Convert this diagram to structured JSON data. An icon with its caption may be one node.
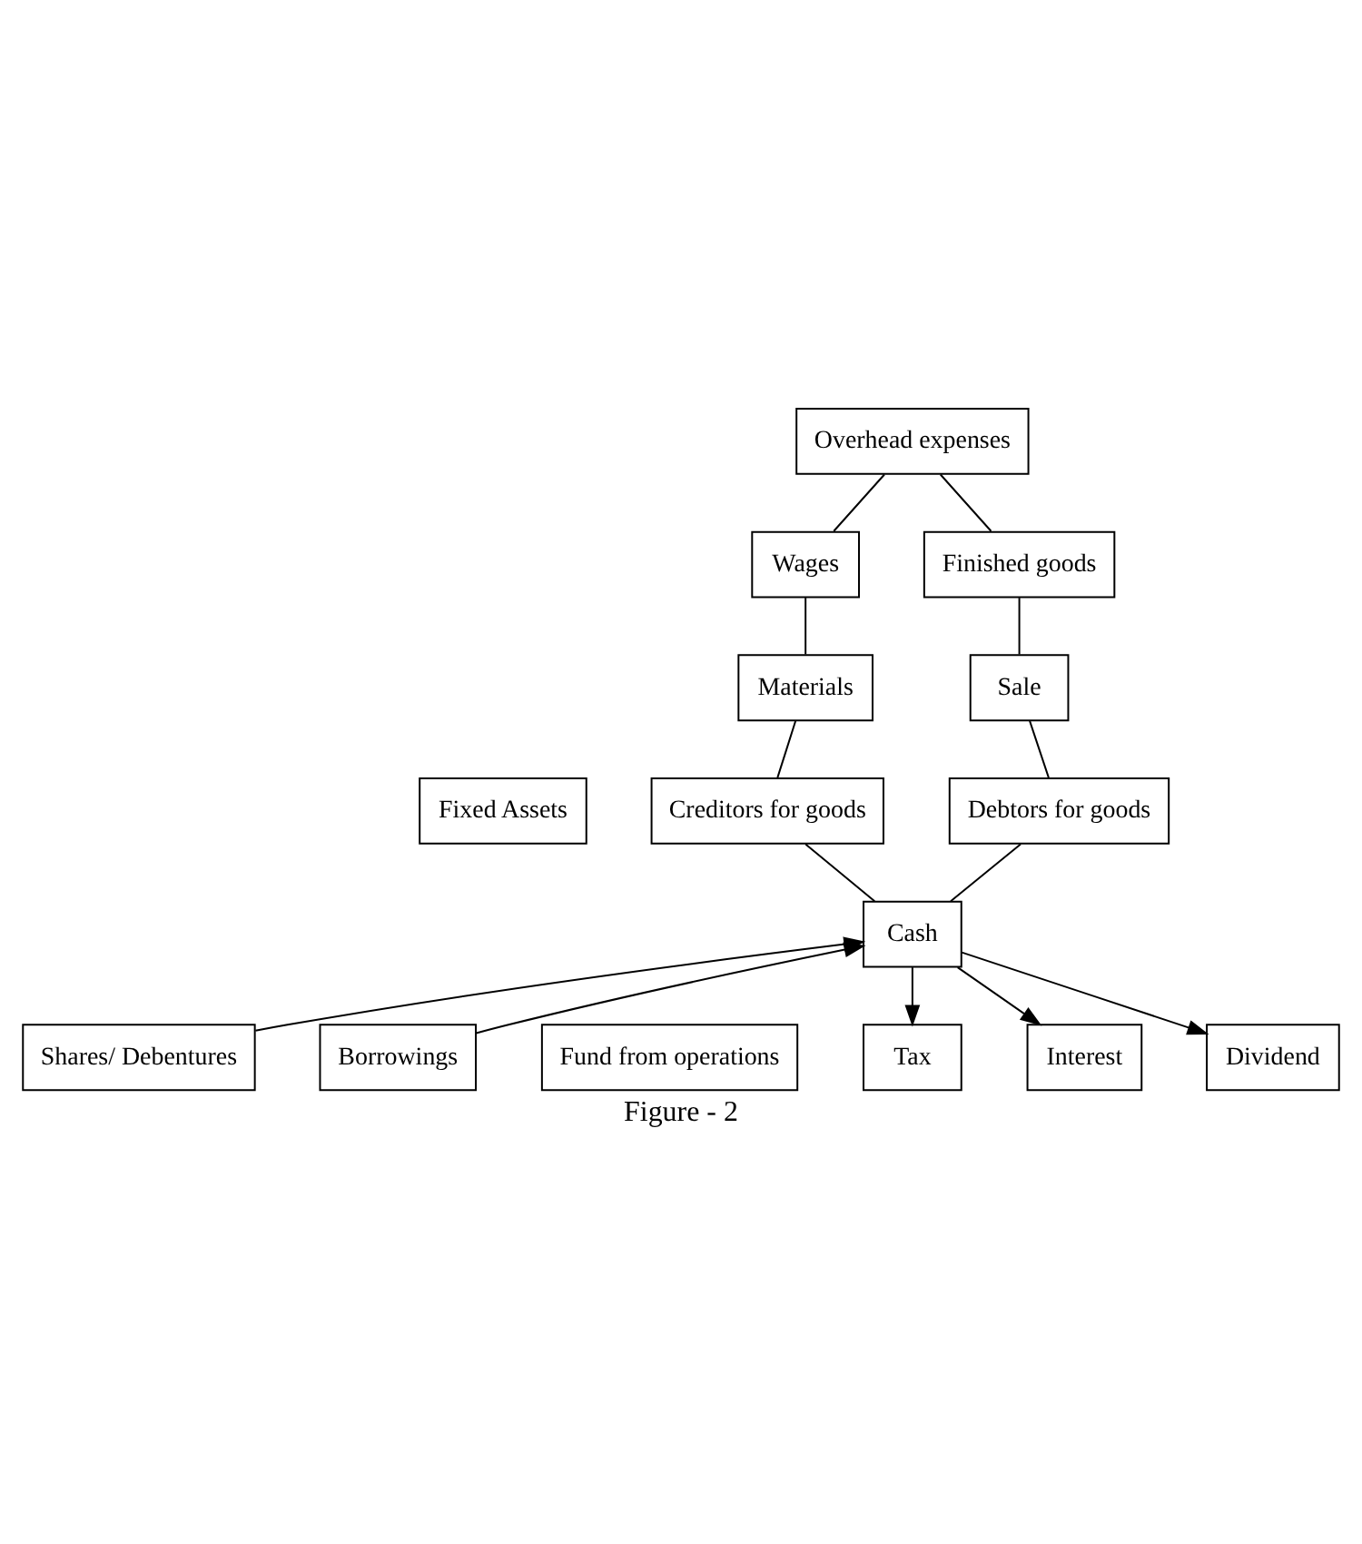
{
  "diagram": {
    "caption": "Figure - 2",
    "nodes": [
      {
        "text": [
          "Overhead expenses"
        ]
      },
      {
        "text": [
          "Wages"
        ]
      },
      {
        "text": [
          "Finished goods"
        ]
      },
      {
        "text": [
          "Materials"
        ]
      },
      {
        "text": [
          "Sale"
        ]
      },
      {
        "text": [
          "Fixed Assets"
        ]
      },
      {
        "text": [
          "Creditors for goods"
        ]
      },
      {
        "text": [
          "Debtors for goods"
        ]
      },
      {
        "text": [
          "Cash"
        ]
      },
      {
        "text": [
          "Shares/ Debentures"
        ]
      },
      {
        "text": [
          "Borrowings"
        ]
      },
      {
        "text": [
          "Fund from operations"
        ]
      },
      {
        "text": [
          "Tax"
        ]
      },
      {
        "text": [
          "Interest"
        ]
      },
      {
        "text": [
          "Dividend"
        ]
      }
    ],
    "edges": [
      {
        "from": 0,
        "to": 2,
        "arrow": "none"
      },
      {
        "from": 2,
        "to": 4,
        "arrow": "none"
      },
      {
        "from": 4,
        "to": 7,
        "arrow": "none"
      },
      {
        "from": 7,
        "to": 8,
        "arrow": "none"
      },
      {
        "from": 8,
        "to": 6,
        "arrow": "none"
      },
      {
        "from": 6,
        "to": 3,
        "arrow": "none"
      },
      {
        "from": 3,
        "to": 1,
        "arrow": "none"
      },
      {
        "from": 1,
        "to": 0,
        "arrow": "none"
      },
      {
        "from": 9,
        "to": 8,
        "arrow": "to"
      },
      {
        "from": 10,
        "to": 8,
        "arrow": "to"
      },
      {
        "from": 8,
        "to": 12,
        "arrow": "to"
      },
      {
        "from": 8,
        "to": 13,
        "arrow": "to"
      },
      {
        "from": 8,
        "to": 14,
        "arrow": "to"
      }
    ]
  }
}
